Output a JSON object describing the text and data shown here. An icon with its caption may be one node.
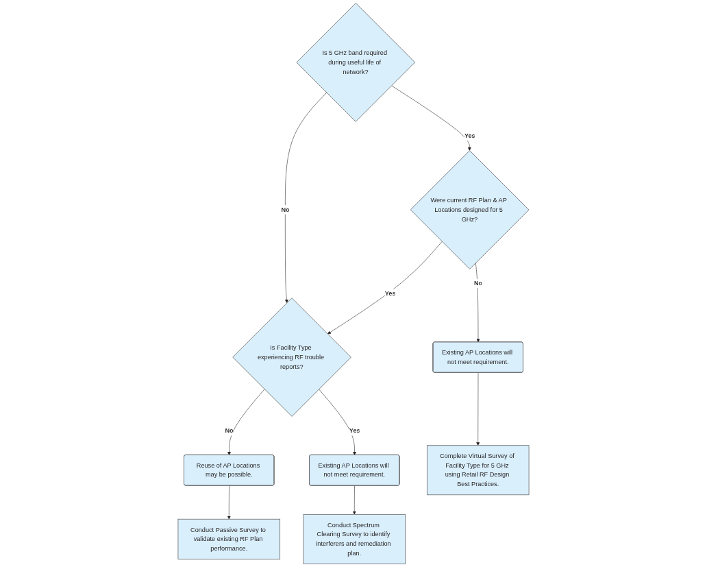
{
  "diagram": {
    "nodes": [
      {
        "text": [
          "Is 5 GHz band required during useful life of network?"
        ]
      },
      {
        "text": [
          "Were current RF Plan & AP Locations designed for 5 GHz?"
        ]
      },
      {
        "text": [
          "Is Facility Type experiencing RF trouble reports?"
        ]
      },
      {
        "text": [
          "Existing AP Locations will not meet requirement."
        ]
      },
      {
        "text": [
          "Existing AP Locations will not meet requirement."
        ]
      },
      {
        "text": [
          "Reuse of AP Locations may be possible."
        ]
      },
      {
        "text": [
          "Complete Virtual Survey of Facility Type for 5 GHz using Retail RF Design Best Practices."
        ]
      },
      {
        "text": [
          "Conduct Spectrum Clearing Survey to identify interferers and remediation plan."
        ]
      },
      {
        "text": [
          "Conduct Passive Survey to validate existing RF Plan performance."
        ]
      }
    ],
    "edges": [
      {
        "from": 0,
        "to": 2,
        "arrow": "to",
        "label": "No"
      },
      {
        "from": 0,
        "to": 1,
        "arrow": "to",
        "label": "Yes"
      },
      {
        "from": 1,
        "to": 2,
        "arrow": "to",
        "label": "Yes"
      },
      {
        "from": 1,
        "to": 3,
        "arrow": "to",
        "label": "No"
      },
      {
        "from": 2,
        "to": 5,
        "arrow": "to",
        "label": "No"
      },
      {
        "from": 2,
        "to": 4,
        "arrow": "to",
        "label": "Yes"
      },
      {
        "from": 3,
        "to": 6,
        "arrow": "to"
      },
      {
        "from": 4,
        "to": 7,
        "arrow": "to"
      },
      {
        "from": 5,
        "to": 8,
        "arrow": "to"
      }
    ]
  }
}
